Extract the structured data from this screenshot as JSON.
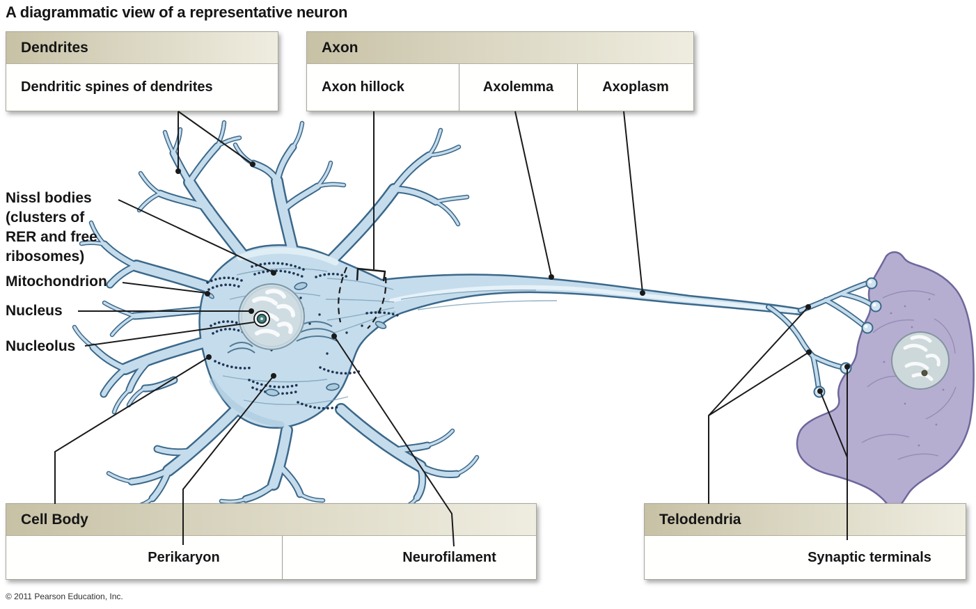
{
  "title": "A diagrammatic view of a representative neuron",
  "copyright": "© 2011 Pearson Education, Inc.",
  "boxes": {
    "dendrites": {
      "header": "Dendrites",
      "items": [
        "Dendritic spines of dendrites"
      ]
    },
    "axon": {
      "header": "Axon",
      "items": [
        "Axon hillock",
        "Axolemma",
        "Axoplasm"
      ]
    },
    "cell_body": {
      "header": "Cell Body",
      "items": [
        "Perikaryon",
        "Neurofilament"
      ]
    },
    "telodendria": {
      "header": "Telodendria",
      "items": [
        "Synaptic terminals"
      ]
    }
  },
  "side_labels": {
    "nissl": {
      "name": "Nissl bodies",
      "detail_lines": [
        "(clusters of",
        "RER and free",
        "ribosomes)"
      ]
    },
    "mitochondrion": "Mitochondrion",
    "nucleus": "Nucleus",
    "nucleolus": "Nucleolus"
  },
  "colors": {
    "neuron_fill": "#c5dcec",
    "neuron_outline": "#3b688a",
    "postsynaptic_cell_fill": "#b6aed1",
    "postsynaptic_cell_outline": "#6f679b",
    "box_header_tint": "#c7c1a5",
    "leader_line": "#1a1a1a",
    "nissl_dots": "#1d3553"
  }
}
